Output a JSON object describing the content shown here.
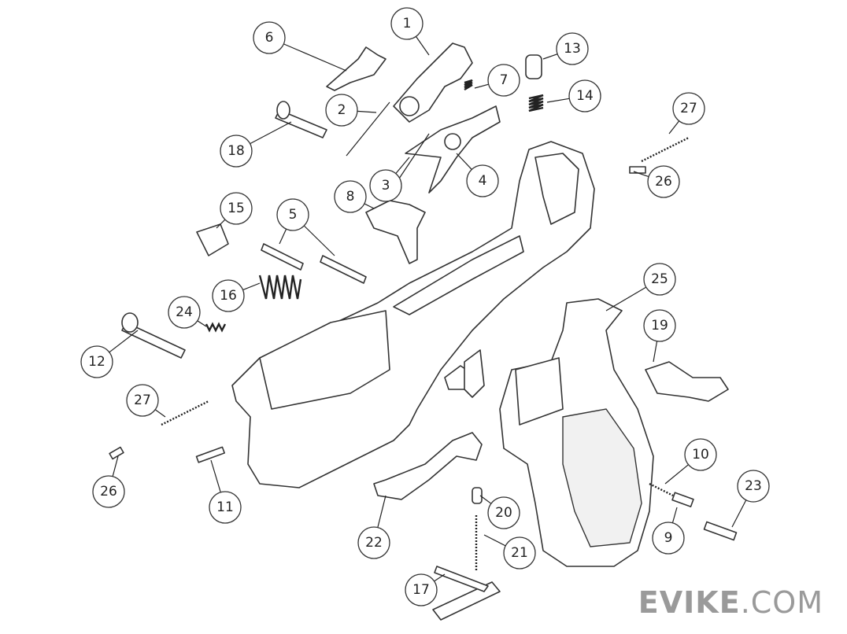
{
  "diagram": {
    "title": "Lower receiver exploded parts diagram",
    "callouts": [
      "1",
      "6",
      "13",
      "7",
      "2",
      "14",
      "27",
      "18",
      "26",
      "3",
      "4",
      "8",
      "15",
      "5",
      "16",
      "25",
      "24",
      "19",
      "12",
      "27",
      "10",
      "26",
      "11",
      "23",
      "20",
      "22",
      "21",
      "9",
      "17"
    ]
  },
  "watermark": {
    "brand": "EVIKE",
    "suffix": ".COM"
  }
}
